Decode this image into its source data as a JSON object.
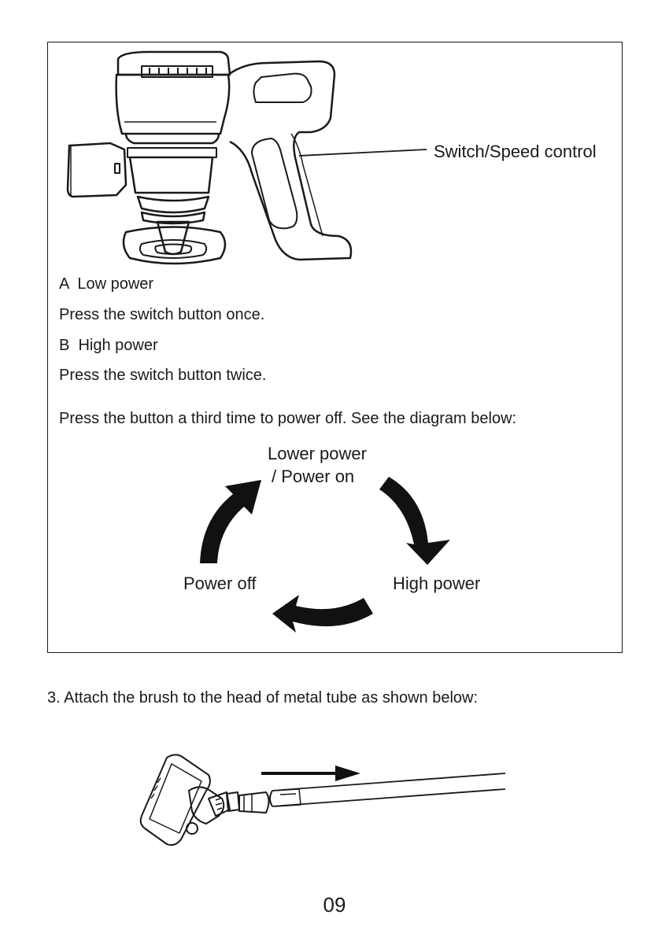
{
  "callout": {
    "label": "Switch/Speed control"
  },
  "modes": [
    {
      "heading": "A  Low power",
      "instruction": "Press the switch button once."
    },
    {
      "heading": "B  High power",
      "instruction": "Press the switch button twice."
    }
  ],
  "power_off_note": "Press the button a third time to power off. See the diagram below:",
  "cycle_diagram": {
    "top_line1": "Lower power",
    "top_line2": "/ Power on",
    "right": "High power",
    "left": "Power off"
  },
  "step3": "3. Attach the brush to the head of metal tube as shown below:",
  "page_number": "09"
}
